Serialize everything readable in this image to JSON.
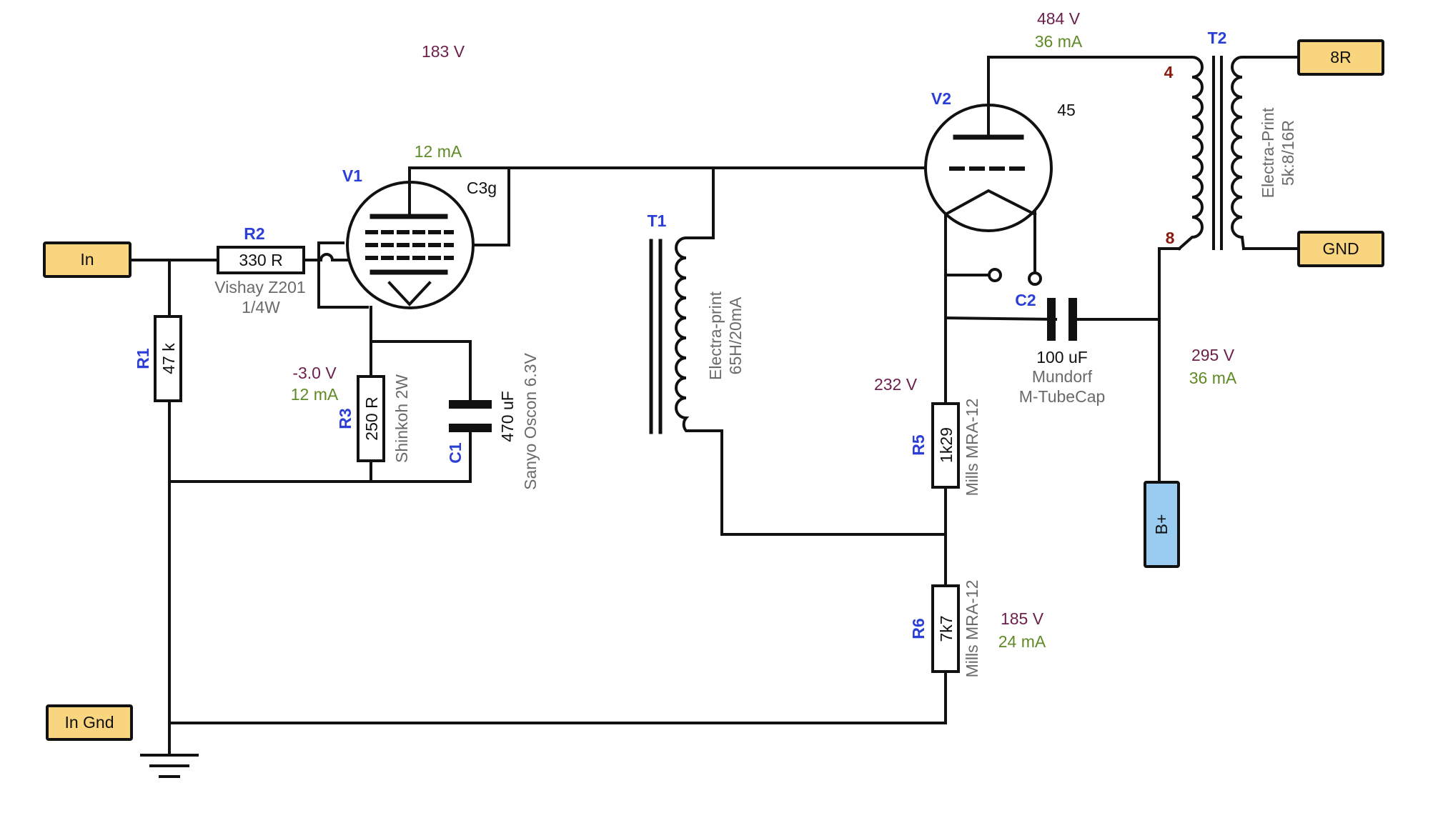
{
  "terminals": {
    "in": "In",
    "in_gnd": "In Gnd",
    "out_8r": "8R",
    "out_gnd": "GND",
    "b_plus": "B+"
  },
  "components": {
    "v1": {
      "ref": "V1",
      "type": "C3g"
    },
    "v2": {
      "ref": "V2",
      "type": "45"
    },
    "r1": {
      "ref": "R1",
      "value": "47 k"
    },
    "r2": {
      "ref": "R2",
      "value": "330 R",
      "note1": "Vishay Z201",
      "note2": "1/4W"
    },
    "r3": {
      "ref": "R3",
      "value": "250 R",
      "note": "Shinkoh 2W"
    },
    "c1": {
      "ref": "C1",
      "value": "470 uF",
      "note": "Sanyo Oscon 6.3V"
    },
    "t1": {
      "ref": "T1",
      "note1": "Electra-print",
      "note2": "65H/20mA"
    },
    "t2": {
      "ref": "T2",
      "note1": "Electra-Print",
      "note2": "5k:8/16R",
      "pin_top": "4",
      "pin_bottom": "8"
    },
    "c2": {
      "ref": "C2",
      "value": "100 uF",
      "note1": "Mundorf",
      "note2": "M-TubeCap"
    },
    "r5": {
      "ref": "R5",
      "value": "1k29",
      "note": "Mills MRA-12"
    },
    "r6": {
      "ref": "R6",
      "value": "7k7",
      "note": "Mills MRA-12"
    }
  },
  "measurements": {
    "v1_plate_voltage": "183 V",
    "v1_plate_current": "12 mA",
    "v1_cathode_voltage": "-3.0 V",
    "v1_cathode_current": "12 mA",
    "v2_plate_voltage": "484 V",
    "v2_plate_current": "36 mA",
    "v2_filament_voltage": "232 V",
    "b_plus_voltage": "295 V",
    "b_plus_current": "36 mA",
    "r6_voltage": "185 V",
    "r6_current": "24 mA"
  },
  "colors": {
    "terminal_fill": "#f8d57e",
    "b_plus_fill": "#99ccf0",
    "reference_text": "#2b3fd6",
    "voltage_text": "#6b1f4a",
    "current_text": "#5f8a25",
    "pin_text": "#8a1a0d",
    "note_text": "#6a6a6a"
  }
}
